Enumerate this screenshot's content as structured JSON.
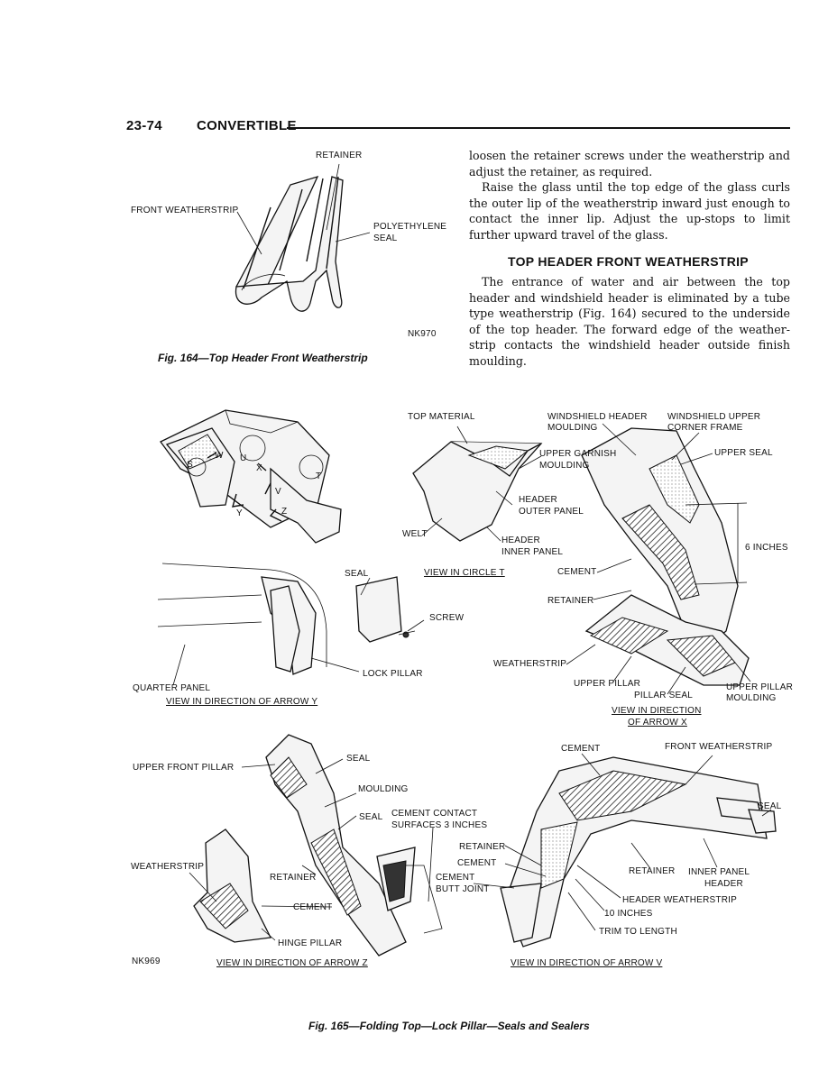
{
  "page_header": {
    "number": "23-74",
    "title": "CONVERTIBLE"
  },
  "fig164": {
    "labels": {
      "retainer": "RETAINER",
      "front_weatherstrip": "FRONT WEATHERSTRIP",
      "polyethylene": "POLYETHYLENE",
      "seal": "SEAL",
      "code": "NK970"
    },
    "caption": "Fig. 164—Top Header Front Weatherstrip"
  },
  "text": {
    "para1": "loosen the retainer screws under the weatherstrip and adjust the retainer, as required.",
    "para2": "Raise the glass until the top edge of the glass curls the outer lip of the weatherstrip inward just enough to contact the inner lip. Adjust the up-stops to limit further upward travel of the glass.",
    "section_heading": "TOP HEADER FRONT WEATHERSTRIP",
    "para3": "The entrance of water and air between the top header and windshield header is eliminated by a tube type weatherstrip (Fig. 164) secured to the underside of the top header. The forward edge of the weather-strip contacts the windshield header outside finish moulding."
  },
  "fig165": {
    "overview_letters": {
      "s": "S",
      "w": "W",
      "u": "U",
      "x": "X",
      "v": "V",
      "y": "Y",
      "z": "Z",
      "t": "T"
    },
    "circle_t": {
      "top_material": "TOP MATERIAL",
      "upper_garnish": "UPPER GARNISH",
      "moulding": "MOULDING",
      "header_outer": "HEADER",
      "outer_panel": "OUTER PANEL",
      "welt": "WELT",
      "header_inner": "HEADER",
      "inner_panel": "INNER PANEL",
      "caption": "VIEW IN CIRCLE T"
    },
    "arrow_x": {
      "windshield_header": "WINDSHIELD HEADER",
      "moulding": "MOULDING",
      "windshield_upper": "WINDSHIELD UPPER",
      "corner_frame": "CORNER FRAME",
      "upper_seal": "UPPER SEAL",
      "six_inches": "6 INCHES",
      "cement": "CEMENT",
      "retainer": "RETAINER",
      "weatherstrip": "WEATHERSTRIP",
      "upper_pillar": "UPPER PILLAR",
      "pillar_seal": "PILLAR SEAL",
      "upper_pillar_r": "UPPER PILLAR",
      "moulding_r": "MOULDING",
      "caption1": "VIEW IN DIRECTION",
      "caption2": "OF ARROW X"
    },
    "arrow_y": {
      "seal": "SEAL",
      "screw": "SCREW",
      "lock_pillar": "LOCK PILLAR",
      "quarter_panel": "QUARTER PANEL",
      "caption": "VIEW IN DIRECTION OF ARROW Y"
    },
    "arrow_z": {
      "upper_front_pillar": "UPPER FRONT PILLAR",
      "seal_top": "SEAL",
      "moulding": "MOULDING",
      "seal_mid": "SEAL",
      "cement_contact": "CEMENT CONTACT",
      "surfaces": "SURFACES 3 INCHES",
      "weatherstrip": "WEATHERSTRIP",
      "retainer": "RETAINER",
      "cement": "CEMENT",
      "hinge_pillar": "HINGE PILLAR",
      "caption": "VIEW IN DIRECTION OF ARROW Z"
    },
    "arrow_v": {
      "cement_top": "CEMENT",
      "front_weatherstrip": "FRONT WEATHERSTRIP",
      "seal": "SEAL",
      "retainer_left": "RETAINER",
      "cement_left": "CEMENT",
      "cement_butt": "CEMENT",
      "butt_joint": "BUTT JOINT",
      "retainer_mid": "RETAINER",
      "inner_panel": "INNER PANEL",
      "header": "HEADER",
      "header_weatherstrip": "HEADER WEATHERSTRIP",
      "ten_inches": "10 INCHES",
      "trim": "TRIM TO LENGTH",
      "caption": "VIEW IN DIRECTION OF ARROW V"
    },
    "code": "NK969",
    "caption": "Fig. 165—Folding Top—Lock Pillar—Seals and Sealers"
  }
}
